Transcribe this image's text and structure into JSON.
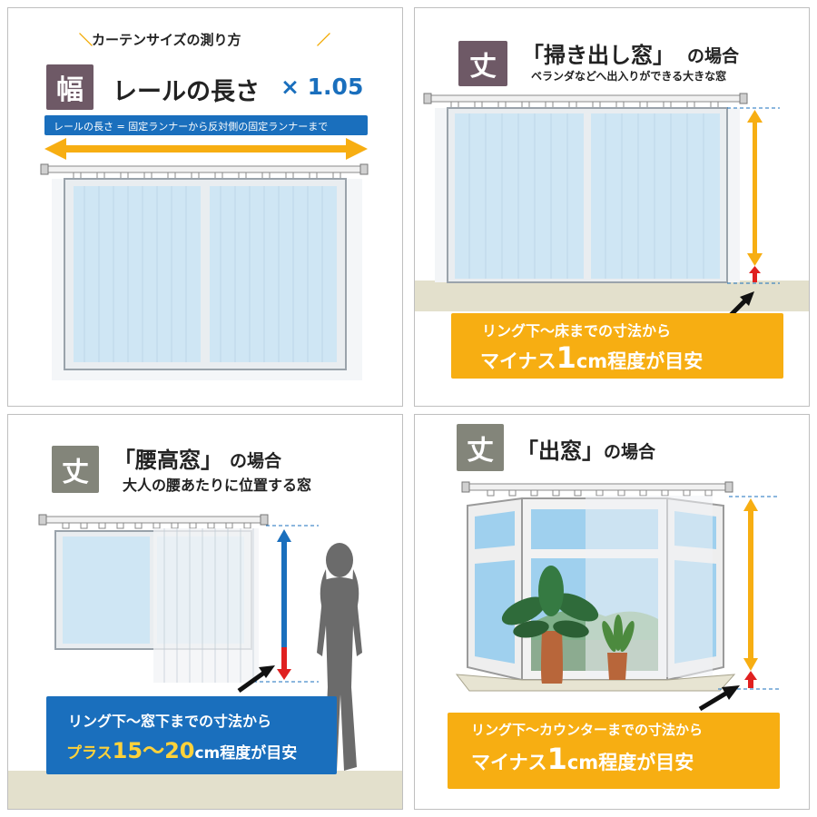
{
  "panel1": {
    "heading": "カーテンサイズの測り方",
    "badge": "幅",
    "title": "レールの長さ",
    "multiplier": "× 1.05",
    "note": "レールの長さ = 固定ランナーから反対側の固定ランナーまで"
  },
  "panel2": {
    "badge": "丈",
    "title": "「掃き出し窓」",
    "title_suffix": "の場合",
    "subtitle": "ベランダなどへ出入りができる大きな窓",
    "info_line1": "リング下〜床までの寸法から",
    "info_line2_pre": "マイナス",
    "info_line2_num": "1",
    "info_line2_post": "cm程度が目安"
  },
  "panel3": {
    "badge": "丈",
    "title": "「腰高窓」",
    "title_suffix": "の場合",
    "subtitle": "大人の腰あたりに位置する窓",
    "info_line1": "リング下〜窓下までの寸法から",
    "info_line2_pre": "プラス",
    "info_line2_num": "15〜20",
    "info_line2_post": "cm程度が目安"
  },
  "panel4": {
    "badge": "丈",
    "title": "「出窓」",
    "title_suffix": "の場合",
    "info_line1": "リング下〜カウンターまでの寸法から",
    "info_line2_pre": "マイナス",
    "info_line2_num": "1",
    "info_line2_post": "cm程度が目安"
  },
  "colors": {
    "width_badge": "#6e5966",
    "length_badge": "#83857a",
    "accent_blue": "#1a6fbd",
    "accent_orange": "#f7ae12",
    "arrow_red": "#e02020",
    "window_blue": "#cfe6f4",
    "floor": "#e3e0cc"
  }
}
